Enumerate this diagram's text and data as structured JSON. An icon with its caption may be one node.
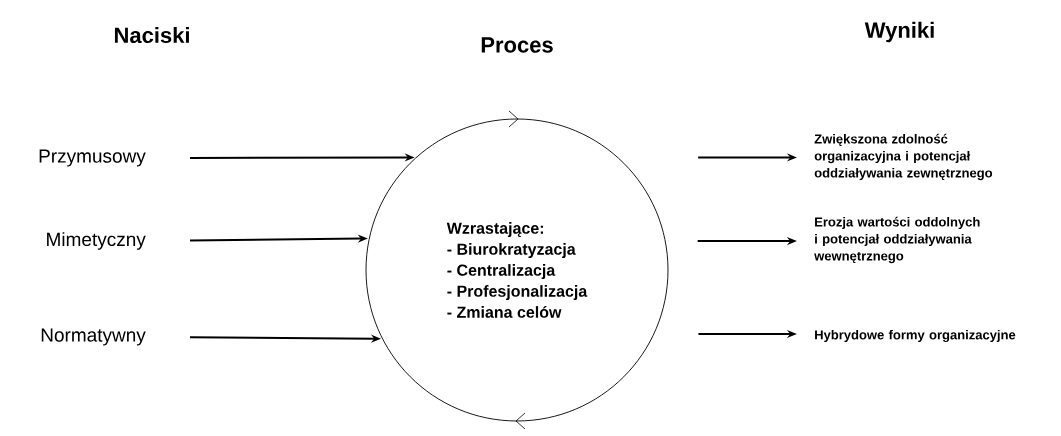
{
  "diagram": {
    "nodes": [
      {
        "text": [
          "Przymusowy"
        ]
      },
      {
        "text": [
          "Mimetyczny"
        ]
      },
      {
        "text": [
          "Normatywny"
        ]
      },
      {
        "text": [
          "Wzrastające:",
          "- Biurokratyzacja",
          "- Centralizacja",
          "- Profesjonalizacja",
          "- Zmiana celów"
        ]
      },
      {
        "text": [
          "Zwiększona zdolność organizacyjna i potencjał oddziaływania zewnętrznego"
        ]
      },
      {
        "text": [
          "Erozja wartości oddolnych i potencjał oddziaływania wewnętrznego"
        ]
      },
      {
        "text": [
          "Hybrydowe formy organizacyjne"
        ]
      }
    ],
    "edges": [
      {
        "from": 0,
        "to": 3,
        "arrow": "to"
      },
      {
        "from": 1,
        "to": 3,
        "arrow": "to"
      },
      {
        "from": 2,
        "to": 3,
        "arrow": "to"
      },
      {
        "from": 3,
        "to": 4,
        "arrow": "to"
      },
      {
        "from": 3,
        "to": 5,
        "arrow": "to"
      },
      {
        "from": 3,
        "to": 6,
        "arrow": "to"
      }
    ],
    "labels": [
      "Naciski",
      "Proces",
      "Wyniki"
    ]
  }
}
